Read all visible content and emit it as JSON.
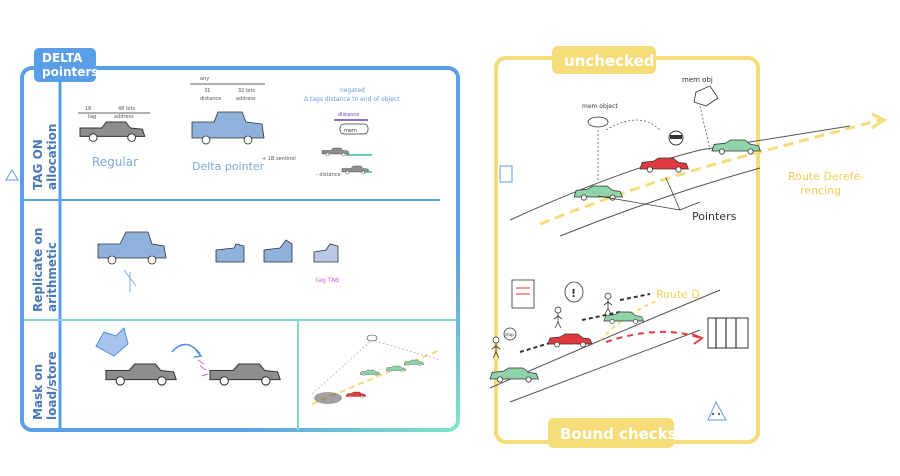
{
  "delta_panel": {
    "title_line1": "DELTA",
    "title_line2": "pointers",
    "rows": [
      {
        "label_line1": "TAG ON",
        "label_line2": "allocation"
      },
      {
        "label_line1": "Replicate on",
        "label_line2": "arithmetic"
      },
      {
        "label_line1": "Mask on",
        "label_line2": "load/store"
      }
    ],
    "regular_label": "Regular",
    "delta_pointer_label": "Delta pointer",
    "bits_16": "16",
    "bits_48": "48 bits",
    "tag_label": "tag",
    "address_label": "address",
    "any_label": "any",
    "bits_31": "31",
    "bits_32": "32 bits",
    "distance_label": "distance",
    "negated_line1": "negated",
    "negated_line2": "Δ tags distance to end of object",
    "distance_top": "distance",
    "distance_bottom": "- distance",
    "tag_tab": "tag TAB",
    "small_note": "+ 1B sentinel",
    "mem_label": "mem"
  },
  "unchecked_panel": {
    "title": "unchecked",
    "mem_object": "mem object",
    "mem_obj": "mem obj",
    "pointers": "Pointers",
    "route_deref_line1": "Route Derefe-",
    "route_deref_line2": "rencing"
  },
  "bound_panel": {
    "title": "Bound checks",
    "route_d": "Route D",
    "sign_text": "stop",
    "exclaim": "!"
  },
  "colors": {
    "blue": "#4f8fe0",
    "yellow": "#f7dc7a",
    "green": "#8fd3a8",
    "car_blue": "#8fb2dd",
    "red": "#e0393e"
  }
}
